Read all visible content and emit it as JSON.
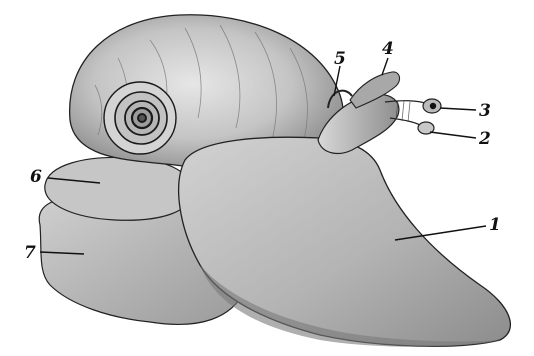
{
  "diagram": {
    "labels": [
      {
        "id": "1",
        "text": "1"
      },
      {
        "id": "2",
        "text": "2"
      },
      {
        "id": "3",
        "text": "3"
      },
      {
        "id": "4",
        "text": "4"
      },
      {
        "id": "5",
        "text": "5"
      },
      {
        "id": "6",
        "text": "6"
      },
      {
        "id": "7",
        "text": "7"
      }
    ]
  },
  "colors": {
    "ink": "#111111",
    "body_fill": "#bdbdbd",
    "shell_fill": "#c8c8c8",
    "shadow": "#8a8a8a",
    "background": "#ffffff"
  },
  "icons": {
    "illustration": "snail-anatomy-illustration"
  }
}
